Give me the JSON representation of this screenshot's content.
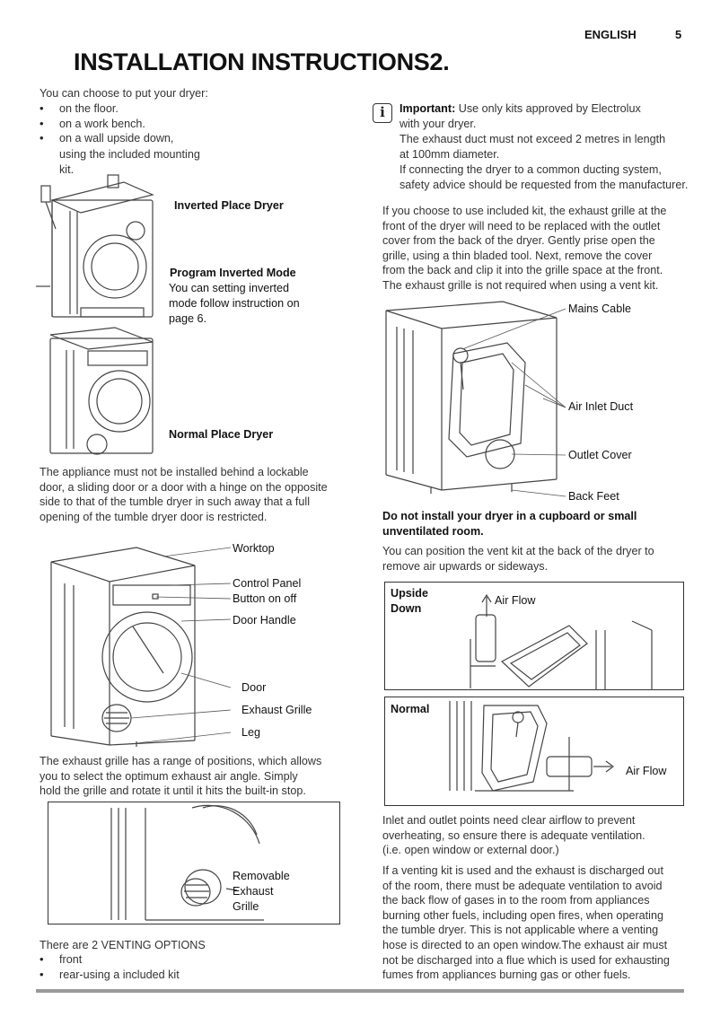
{
  "header": {
    "language": "ENGLISH",
    "page_number": "5"
  },
  "title": "INSTALLATION INSTRUCTIONS2.",
  "placement": {
    "intro": "You can choose to put your dryer:",
    "items": [
      "on the floor.",
      "on a work bench.",
      "on a wall upside down,"
    ],
    "continuation": [
      "using the included mounting",
      "kit."
    ]
  },
  "stack_figure": {
    "inverted_label": "Inverted Place Dryer",
    "program_title": "Program Inverted Mode",
    "program_text": [
      "You can setting inverted",
      "mode follow instruction on",
      "page 6."
    ],
    "normal_label": "Normal Place Dryer"
  },
  "warning_paragraph": [
    "The appliance must not be installed behind a lockable",
    "door, a sliding door or a door with a hinge on the opposite",
    "side to that of the tumble dryer in such away that a full",
    "opening of the tumble dryer door is restricted."
  ],
  "parts_figure": {
    "labels": [
      "Worktop",
      "Control Panel",
      "Button on off",
      "Door Handle",
      "Door",
      "Exhaust Grille",
      "Leg"
    ]
  },
  "grille_paragraph": [
    "The exhaust grille has a range of positions, which allows",
    "you to select the optimum exhaust air angle. Simply",
    "hold the grille and rotate it until it hits the built-in stop."
  ],
  "grille_figure": {
    "label": [
      "Removable",
      "Exhaust",
      "Grille"
    ]
  },
  "venting": {
    "intro": "There are 2 VENTING OPTIONS",
    "items": [
      "front",
      "rear-using a included kit"
    ]
  },
  "important": {
    "icon": "info-icon",
    "lead": "Important:",
    "lines": [
      " Use only kits approved by Electrolux",
      "with your dryer.",
      "The exhaust duct must not exceed  2 metres in length",
      "at 100mm diameter.",
      "If connecting the dryer to a common ducting system,",
      "safety advice should be requested from the manufacturer."
    ]
  },
  "kit_paragraph": [
    "If you choose to use  included kit, the exhaust grille at the",
    "front of the dryer will need to be replaced with the outlet",
    "cover from the back of the dryer.  Gently prise open the",
    "grille,  using a thin bladed tool.  Next, remove the cover",
    "from the back and clip it into the grille space at the front.",
    "The exhaust grille is not required when using a vent kit."
  ],
  "rear_figure": {
    "labels": [
      "Mains Cable",
      "Air Inlet Duct",
      "Outlet Cover",
      "Back Feet"
    ]
  },
  "cupboard_warning": [
    "Do not install your dryer in a cupboard or small",
    "unventilated room."
  ],
  "vent_position": [
    "You can position the vent kit at the back of the dryer to",
    "remove air upwards or sideways."
  ],
  "upside_box": {
    "title": [
      "Upside",
      "Down"
    ],
    "flow": "Air Flow"
  },
  "normal_box": {
    "title": "Normal",
    "flow": "Air Flow"
  },
  "clear_airflow": [
    "Inlet and outlet points need clear airflow to prevent",
    "overheating, so ensure there is adequate ventilation.",
    "(i.e. open window or external door.)"
  ],
  "venting_kit_paragraph": [
    "If a venting kit is used and the exhaust is discharged out",
    "of the room, there must be adequate ventilation to avoid",
    "the back flow of gases in to the room from appliances",
    "burning other fuels, including open fires, when operating",
    "the tumble dryer. This is not applicable where a venting",
    "hose is directed to an open window.The exhaust air must",
    "not be discharged into a flue which is used for exhausting",
    "fumes from appliances burning gas or other fuels."
  ]
}
